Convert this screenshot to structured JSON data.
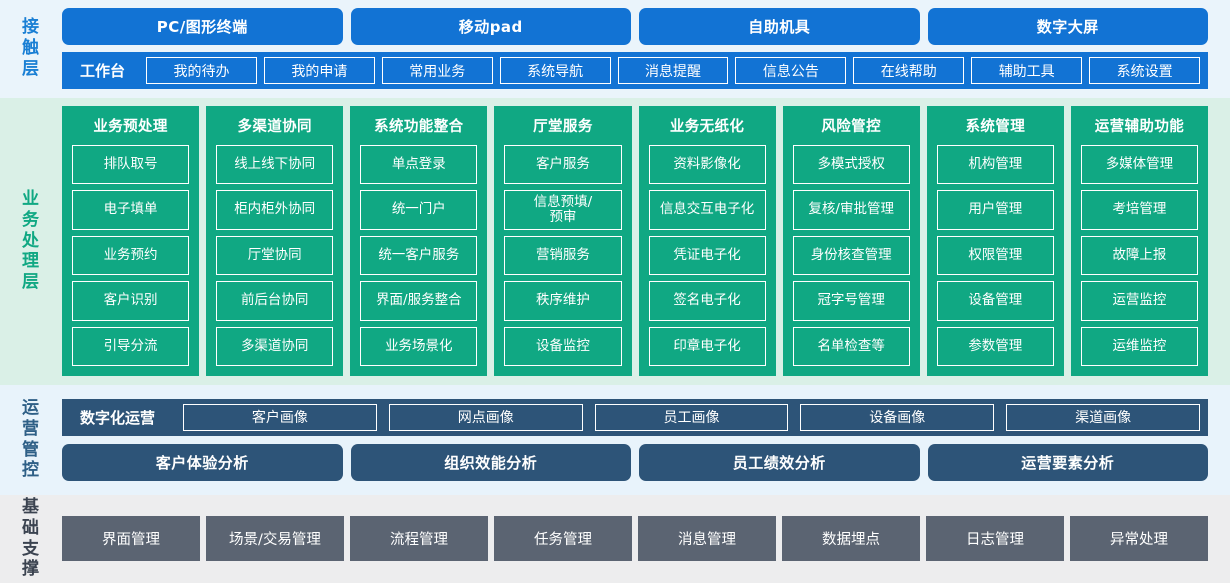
{
  "layers": {
    "contact": {
      "label": "接触层",
      "channels": [
        "PC/图形终端",
        "移动pad",
        "自助机具",
        "数字大屏"
      ],
      "workbench_title": "工作台",
      "workbench_items": [
        "我的待办",
        "我的申请",
        "常用业务",
        "系统导航",
        "消息提醒",
        "信息公告",
        "在线帮助",
        "辅助工具",
        "系统设置"
      ]
    },
    "business": {
      "label": "业务处理层",
      "columns": [
        {
          "title": "业务预处理",
          "items": [
            "排队取号",
            "电子填单",
            "业务预约",
            "客户识别",
            "引导分流"
          ]
        },
        {
          "title": "多渠道协同",
          "items": [
            "线上线下协同",
            "柜内柜外协同",
            "厅堂协同",
            "前后台协同",
            "多渠道协同"
          ]
        },
        {
          "title": "系统功能整合",
          "items": [
            "单点登录",
            "统一门户",
            "统一客户服务",
            "界面/服务整合",
            "业务场景化"
          ]
        },
        {
          "title": "厅堂服务",
          "items": [
            "客户服务",
            "信息预填/\n预审",
            "营销服务",
            "秩序维护",
            "设备监控"
          ]
        },
        {
          "title": "业务无纸化",
          "items": [
            "资料影像化",
            "信息交互电子化",
            "凭证电子化",
            "签名电子化",
            "印章电子化"
          ]
        },
        {
          "title": "风险管控",
          "items": [
            "多模式授权",
            "复核/审批管理",
            "身份核查管理",
            "冠字号管理",
            "名单检查等"
          ]
        },
        {
          "title": "系统管理",
          "items": [
            "机构管理",
            "用户管理",
            "权限管理",
            "设备管理",
            "参数管理"
          ]
        },
        {
          "title": "运营辅助功能",
          "items": [
            "多媒体管理",
            "考培管理",
            "故障上报",
            "运营监控",
            "运维监控"
          ]
        }
      ]
    },
    "operations": {
      "label": "运营管控",
      "portrait_title": "数字化运营",
      "portrait_items": [
        "客户画像",
        "网点画像",
        "员工画像",
        "设备画像",
        "渠道画像"
      ],
      "analysis_items": [
        "客户体验分析",
        "组织效能分析",
        "员工绩效分析",
        "运营要素分析"
      ]
    },
    "foundation": {
      "label": "基础支撑",
      "items": [
        "界面管理",
        "场景/交易管理",
        "流程管理",
        "任务管理",
        "消息管理",
        "数据埋点",
        "日志管理",
        "异常处理"
      ]
    }
  },
  "colors": {
    "contact_accent": "#1273d4",
    "contact_bg": "#eaf4fb",
    "business_accent": "#10a883",
    "business_bg": "#daf0e7",
    "operations_accent": "#2d5478",
    "operations_bg": "#e8f3fb",
    "foundation_accent": "#5b6472",
    "foundation_bg": "#ededee"
  }
}
